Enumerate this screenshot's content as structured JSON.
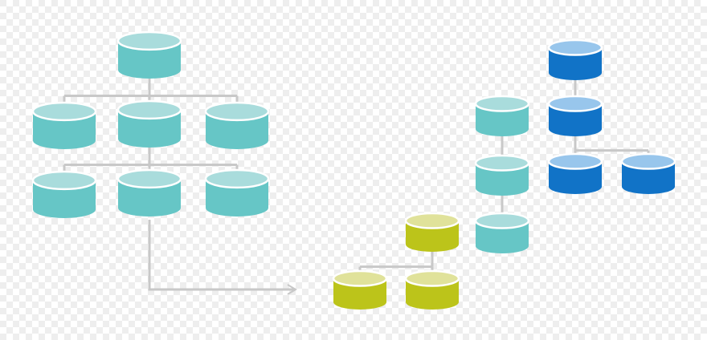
{
  "palette": {
    "teal": {
      "top": "#a9dcdc",
      "body": "#66c6c6",
      "rim": "#ffffff"
    },
    "olive": {
      "top": "#e0e29a",
      "body": "#bcc41a",
      "rim": "#ffffff"
    },
    "blue": {
      "top": "#98c6ec",
      "body": "#1173c7",
      "rim": "#ffffff"
    },
    "connector": "#c8c8c8",
    "checker_light": "#ffffff",
    "checker_dark": "#eeeeee"
  },
  "groups": [
    {
      "id": "teal-hierarchy",
      "color": "teal",
      "nodes": [
        {
          "id": "t-root",
          "role": "root",
          "color": "teal"
        },
        {
          "id": "t-mid-left",
          "role": "child",
          "color": "teal"
        },
        {
          "id": "t-mid-center",
          "role": "child",
          "color": "teal"
        },
        {
          "id": "t-mid-right",
          "role": "child",
          "color": "teal"
        },
        {
          "id": "t-bottom-left",
          "role": "grandchild",
          "color": "teal"
        },
        {
          "id": "t-bottom-center",
          "role": "grandchild",
          "color": "teal"
        },
        {
          "id": "t-bottom-right",
          "role": "grandchild",
          "color": "teal"
        }
      ]
    },
    {
      "id": "olive-tree",
      "color": "olive",
      "nodes": [
        {
          "id": "o-root",
          "role": "root",
          "color": "olive"
        },
        {
          "id": "o-left",
          "role": "child",
          "color": "olive"
        },
        {
          "id": "o-right",
          "role": "child",
          "color": "olive"
        }
      ]
    },
    {
      "id": "teal-chain",
      "color": "teal",
      "nodes": [
        {
          "id": "c-top",
          "role": "root",
          "color": "teal"
        },
        {
          "id": "c-middle",
          "role": "child",
          "color": "teal"
        },
        {
          "id": "c-bottom",
          "role": "grandchild",
          "color": "teal"
        }
      ]
    },
    {
      "id": "blue-tree",
      "color": "blue",
      "nodes": [
        {
          "id": "b-top",
          "role": "root",
          "color": "blue"
        },
        {
          "id": "b-middle",
          "role": "child",
          "color": "blue"
        },
        {
          "id": "b-bottom-left",
          "role": "grandchild",
          "color": "blue"
        },
        {
          "id": "b-bottom-right",
          "role": "grandchild",
          "color": "blue"
        }
      ]
    }
  ],
  "edges": [
    {
      "from": "t-root",
      "to": [
        "t-mid-left",
        "t-mid-center",
        "t-mid-right"
      ],
      "style": "bracket"
    },
    {
      "from": "t-mid-center",
      "to": [
        "t-bottom-left",
        "t-bottom-center",
        "t-bottom-right"
      ],
      "style": "bracket"
    },
    {
      "from": "t-bottom-center",
      "to": [
        "olive-tree"
      ],
      "style": "arrow"
    },
    {
      "from": "o-root",
      "to": [
        "o-left",
        "o-right"
      ],
      "style": "bracket"
    },
    {
      "from": "c-top",
      "to": [
        "c-middle"
      ],
      "style": "straight"
    },
    {
      "from": "c-middle",
      "to": [
        "c-bottom"
      ],
      "style": "straight"
    },
    {
      "from": "b-top",
      "to": [
        "b-middle"
      ],
      "style": "straight"
    },
    {
      "from": "b-middle",
      "to": [
        "b-bottom-left",
        "b-bottom-right"
      ],
      "style": "bracket"
    }
  ]
}
